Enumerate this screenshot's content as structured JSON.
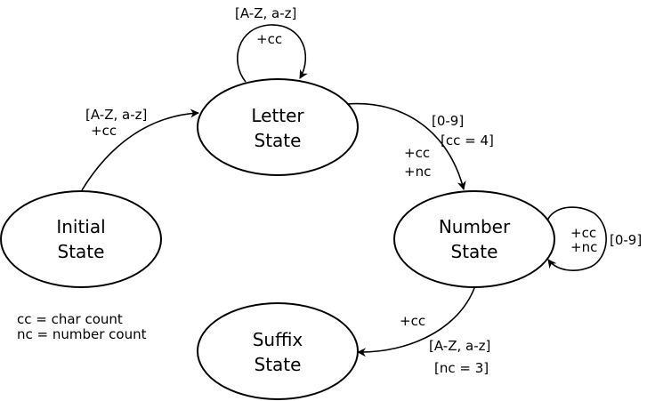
{
  "states": {
    "initial": {
      "line1": "Initial",
      "line2": "State"
    },
    "letter": {
      "line1": "Letter",
      "line2": "State"
    },
    "number": {
      "line1": "Number",
      "line2": "State"
    },
    "suffix": {
      "line1": "Suffix",
      "line2": "State"
    }
  },
  "transitions": {
    "initial_to_letter": {
      "condition": "[A-Z, a-z]",
      "action": "+cc"
    },
    "letter_self": {
      "condition": "[A-Z, a-z]",
      "action": "+cc"
    },
    "letter_to_number": {
      "condition": "[0-9]",
      "guard": "[cc = 4]",
      "action_cc": "+cc",
      "action_nc": "+nc"
    },
    "number_self": {
      "action_cc": "+cc",
      "action_nc": "+nc",
      "condition": "[0-9]"
    },
    "number_to_suffix": {
      "action": "+cc",
      "condition": "[A-Z, a-z]",
      "guard": "[nc = 3]"
    }
  },
  "legend": {
    "cc": "cc = char count",
    "nc": "nc = number count"
  },
  "colors": {
    "stroke": "#000000",
    "fill": "#ffffff",
    "text": "#000000"
  }
}
